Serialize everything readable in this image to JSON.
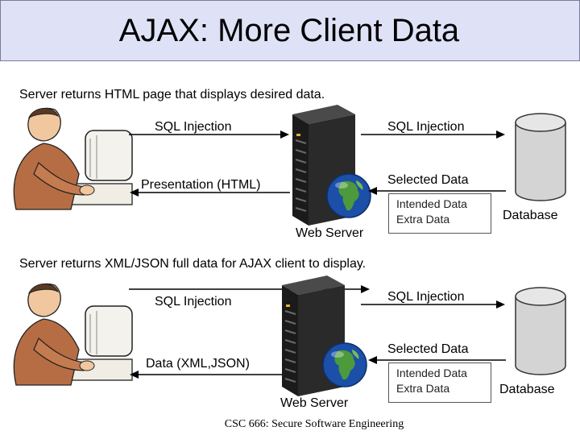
{
  "title": "AJAX: More Client Data",
  "section1": {
    "caption": "Server returns HTML page that displays desired data.",
    "left_top": "SQL Injection",
    "left_bottom": "Presentation (HTML)",
    "right_top": "SQL Injection",
    "right_bottom": "Selected Data",
    "intended": "Intended Data",
    "extra": "Extra Data",
    "server_label": "Web Server",
    "database_label": "Database"
  },
  "section2": {
    "caption": "Server returns XML/JSON full data for AJAX client to display.",
    "left_top": "SQL Injection",
    "left_bottom": "Data (XML,JSON)",
    "right_top": "SQL Injection",
    "right_bottom": "Selected Data",
    "intended": "Intended Data",
    "extra": "Extra Data",
    "server_label": "Web Server",
    "database_label": "Database"
  },
  "footer": "CSC 666: Secure Software Engineering",
  "icons": [
    "user-at-computer-icon",
    "server-tower-icon",
    "globe-icon",
    "database-cylinder-icon"
  ]
}
